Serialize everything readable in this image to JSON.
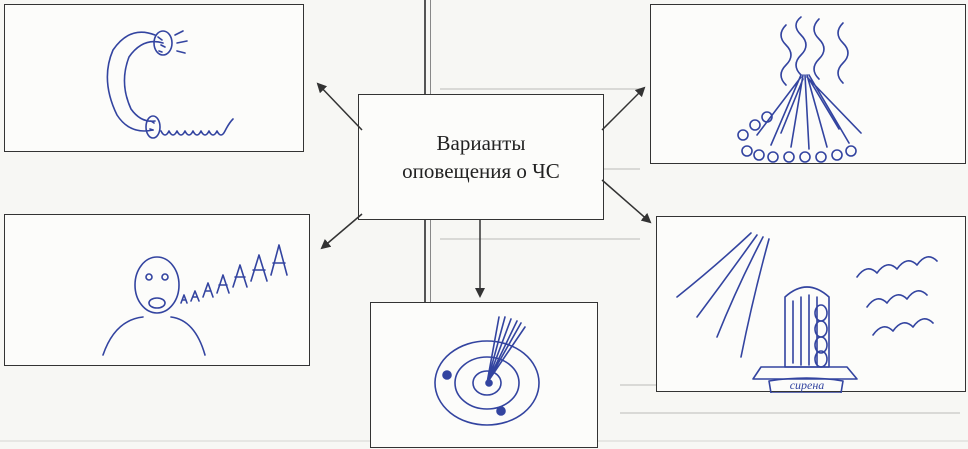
{
  "center_box": {
    "line1": "Варианты",
    "line2": "оповещения о ЧС"
  },
  "panels": {
    "bottom_right_caption": "сирена"
  },
  "colors": {
    "ink": "#3344a0",
    "frame": "#333333",
    "paper": "#f7f7f4"
  }
}
